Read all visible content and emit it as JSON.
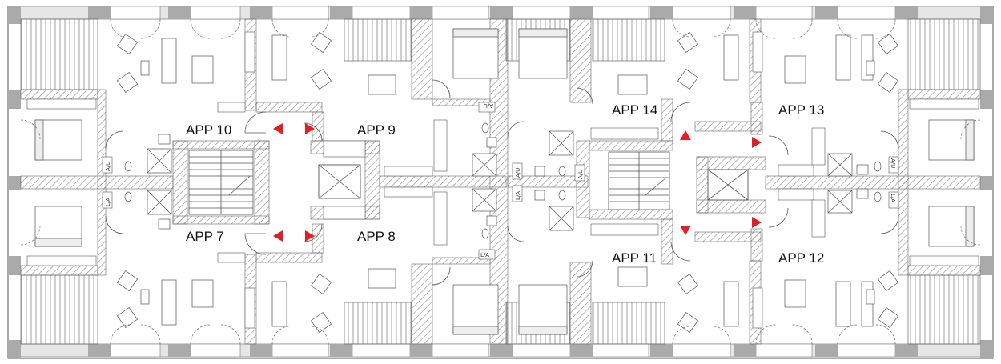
{
  "apartments": [
    {
      "id": "app-10",
      "label": "APP 10"
    },
    {
      "id": "app-9",
      "label": "APP 9"
    },
    {
      "id": "app-7",
      "label": "APP 7"
    },
    {
      "id": "app-8",
      "label": "APP 8"
    },
    {
      "id": "app-14",
      "label": "APP 14"
    },
    {
      "id": "app-13",
      "label": "APP 13"
    },
    {
      "id": "app-11",
      "label": "APP 11"
    },
    {
      "id": "app-12",
      "label": "APP 12"
    }
  ],
  "room_tags": [
    "A/U",
    "L/A",
    "A/U",
    "L/A",
    "L/A",
    "A/U",
    "A/U",
    "L/A",
    "A/U"
  ],
  "colors": {
    "wall": "#aaaaaa",
    "wall_dark": "#999999",
    "line": "#555555",
    "entry_marker": "#e31e24",
    "background": "#ffffff"
  }
}
